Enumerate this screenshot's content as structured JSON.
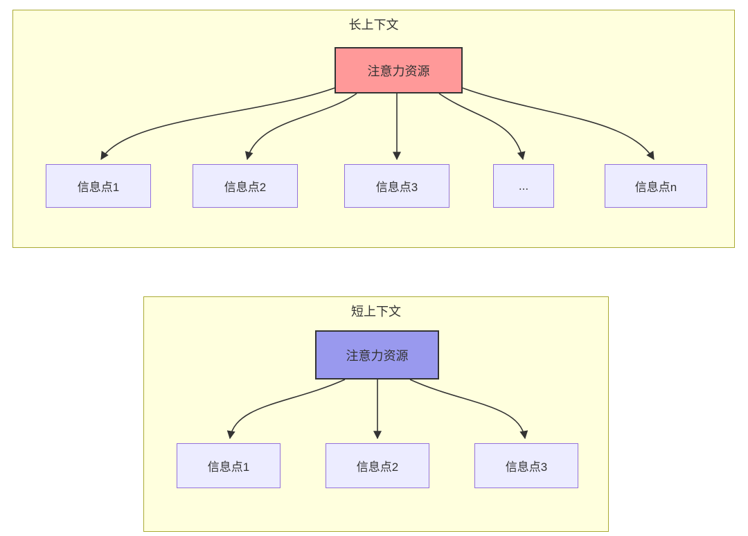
{
  "diagram": {
    "long": {
      "title": "长上下文",
      "source": "注意力资源",
      "targets": [
        "信息点1",
        "信息点2",
        "信息点3",
        "...",
        "信息点n"
      ]
    },
    "short": {
      "title": "短上下文",
      "source": "注意力资源",
      "targets": [
        "信息点1",
        "信息点2",
        "信息点3"
      ]
    },
    "edges": {
      "long": [
        {
          "from": "注意力资源",
          "to": "信息点1"
        },
        {
          "from": "注意力资源",
          "to": "信息点2"
        },
        {
          "from": "注意力资源",
          "to": "信息点3"
        },
        {
          "from": "注意力资源",
          "to": "..."
        },
        {
          "from": "注意力资源",
          "to": "信息点n"
        }
      ],
      "short": [
        {
          "from": "注意力资源",
          "to": "信息点1"
        },
        {
          "from": "注意力资源",
          "to": "信息点2"
        },
        {
          "from": "注意力资源",
          "to": "信息点3"
        }
      ]
    },
    "colors": {
      "panel_fill": "#ffffde",
      "panel_border": "#aaaa33",
      "info_node_fill": "#ececff",
      "info_node_border": "#9370db",
      "long_source_fill": "#ff9999",
      "short_source_fill": "#9999ee",
      "source_border": "#333333",
      "arrow": "#333333",
      "text": "#333333"
    }
  }
}
